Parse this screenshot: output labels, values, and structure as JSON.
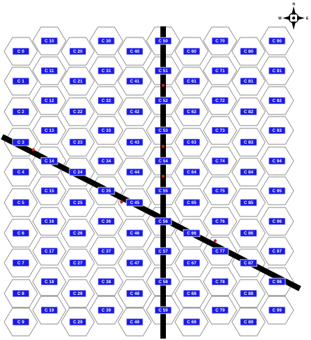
{
  "compass": {
    "north": "N",
    "west": "W",
    "east": "E"
  },
  "columns": [
    {
      "column": 0,
      "cells": [
        "C 0",
        "C 1",
        "C 2",
        "C 3",
        "C 4",
        "C 5",
        "C 6",
        "C 7",
        "C 8",
        "C 9"
      ]
    },
    {
      "column": 1,
      "cells": [
        "C 10",
        "C 11",
        "C 12",
        "C 13",
        "C 14",
        "C 15",
        "C 16",
        "C 17",
        "C 18",
        "C 19"
      ]
    },
    {
      "column": 2,
      "cells": [
        "C 20",
        "C 21",
        "C 22",
        "C 23",
        "C 24",
        "C 25",
        "C 26",
        "C 27",
        "C 28",
        "C 29"
      ]
    },
    {
      "column": 3,
      "cells": [
        "C 30",
        "C 31",
        "C 32",
        "C 33",
        "C 34",
        "C 35",
        "C 36",
        "C 37",
        "C 38",
        "C 39"
      ]
    },
    {
      "column": 4,
      "cells": [
        "C 40",
        "C 41",
        "C 42",
        "C 43",
        "C 44",
        "C 45",
        "C 46",
        "C 47",
        "C 48",
        "C 49"
      ]
    },
    {
      "column": 5,
      "cells": [
        "C 50",
        "C 51",
        "C 52",
        "C 53",
        "C 54",
        "C 55",
        "C 56",
        "C 57",
        "C 58",
        "C 59"
      ]
    },
    {
      "column": 6,
      "cells": [
        "C 60",
        "C 61",
        "C 62",
        "C 63",
        "C 64",
        "C 65",
        "C 66",
        "C 67",
        "C 68",
        "C 69"
      ]
    },
    {
      "column": 7,
      "cells": [
        "C 70",
        "C 71",
        "C 72",
        "C 73",
        "C 74",
        "C 75",
        "C 76",
        "C 77",
        "C 78",
        "C 79"
      ]
    },
    {
      "column": 8,
      "cells": [
        "C 80",
        "C 81",
        "C 82",
        "C 83",
        "C 84",
        "C 85",
        "C 86",
        "C 87",
        "C 88",
        "C 89"
      ]
    },
    {
      "column": 9,
      "cells": [
        "C 90",
        "C 91",
        "C 92",
        "C 93",
        "C 94",
        "C 95",
        "C 96",
        "C 97",
        "C 98",
        "C 99"
      ]
    }
  ],
  "routes": [
    {
      "name": "vertical-route",
      "orientation": "vertical",
      "passes_column": 5
    },
    {
      "name": "diagonal-route",
      "orientation": "diagonal",
      "passes_cells": [
        "C 3",
        "C 14",
        "C 35",
        "C 45",
        "C 56",
        "C 66",
        "C 77",
        "C 98"
      ]
    }
  ],
  "colors": {
    "label_fill": "#1a1ae6",
    "label_text": "#ffffff",
    "hex_stroke": "#8a8a8a",
    "route": "#000000",
    "marker": "#cc2222"
  }
}
